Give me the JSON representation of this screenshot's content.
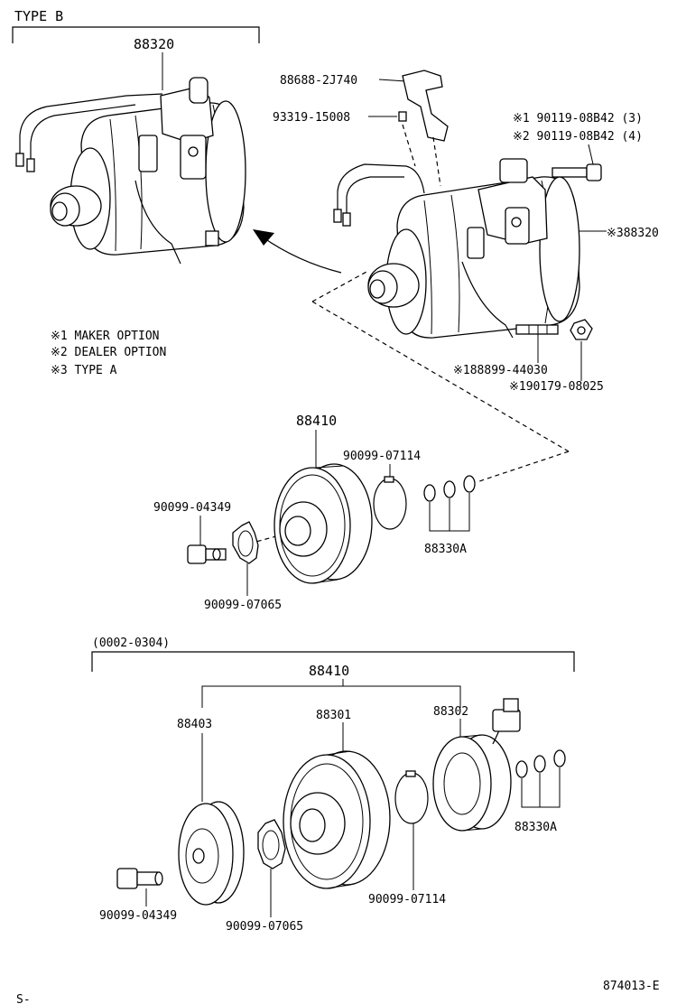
{
  "sections": {
    "type_b": "TYPE B",
    "date_range": "(0002-0304)"
  },
  "notes": [
    "※1  MAKER OPTION",
    "※2  DEALER OPTION",
    "※3  TYPE A"
  ],
  "parts": {
    "compressor_type_b": "88320",
    "bracket": "88688-2J740",
    "screw": "93319-15008",
    "bolt_opt1": "※1 90119-08B42 (3)",
    "bolt_opt2": "※2 90119-08B42 (4)",
    "compressor_type_a": "※388320",
    "stud": "※188899-44030",
    "nut": "※190179-08025",
    "clutch_upper": "88410",
    "snap_ring_upper": "90099-07114",
    "bolt_upper": "90099-04349",
    "washer_upper": "90099-07065",
    "shim_upper": "88330A",
    "clutch_lower": "88410",
    "hub": "88403",
    "pulley": "88301",
    "field_coil": "88302",
    "shim_lower": "88330A",
    "snap_ring_lower": "90099-07114",
    "bolt_lower": "90099-04349",
    "washer_lower": "90099-07065"
  },
  "footer": {
    "diagram_id": "874013-E",
    "corner_mark": "S-"
  }
}
